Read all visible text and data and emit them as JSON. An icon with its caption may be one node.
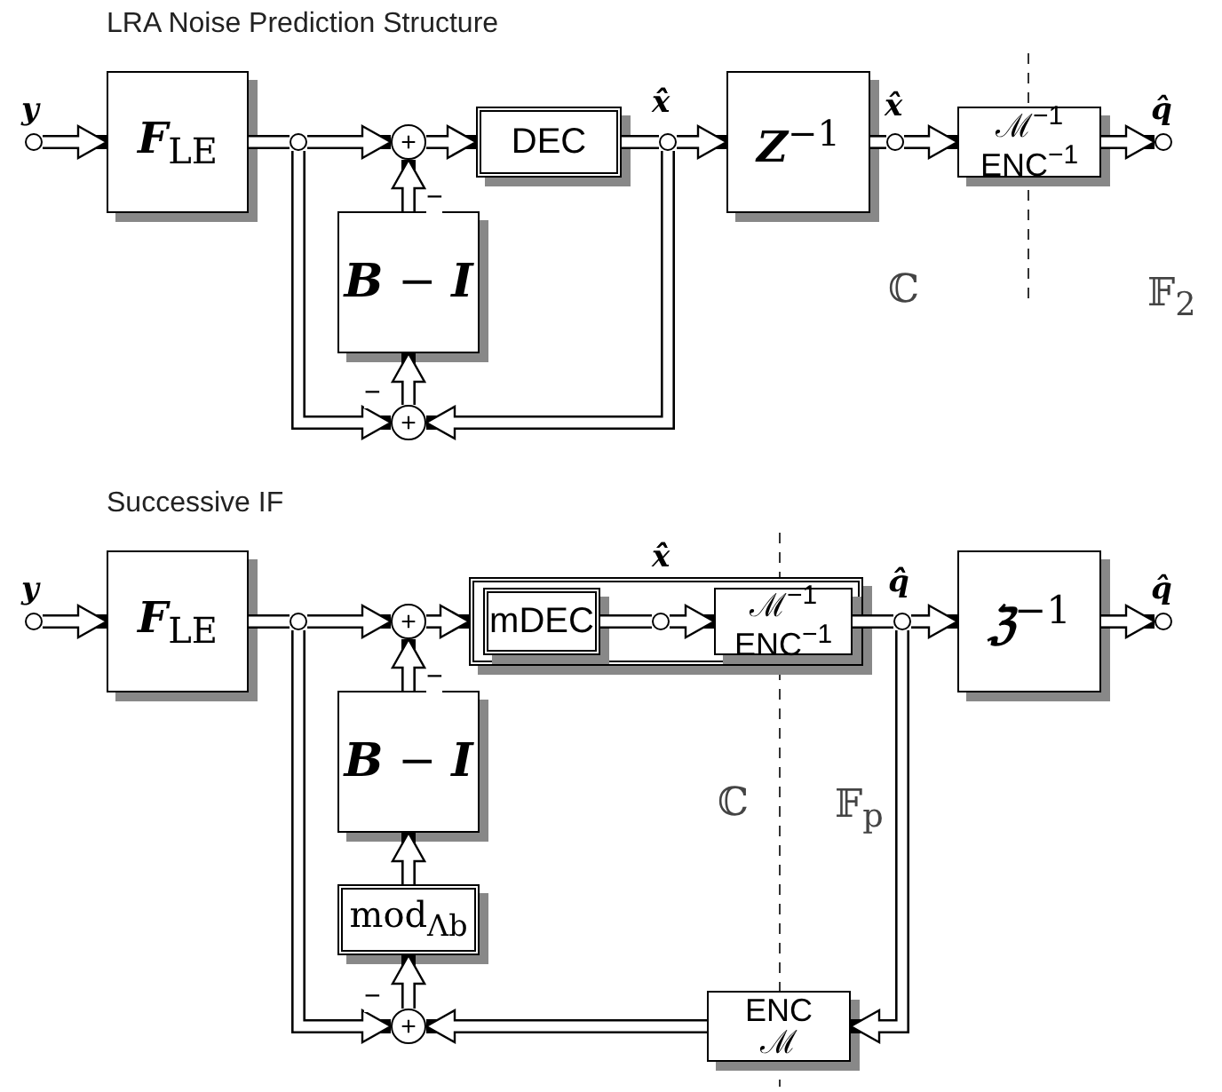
{
  "diagram": {
    "nodes": [
      {
        "text": [],
        "shape": "circle",
        "beside": [
          "y"
        ]
      },
      {
        "text": [
          "**F**$_{LE}$"
        ]
      },
      {
        "text": [],
        "shape": "circle"
      },
      {
        "text": [
          "+"
        ]
      },
      {
        "text": [
          "DEC"
        ]
      },
      {
        "text": [],
        "shape": "circle",
        "beside": [
          "x̂̂"
        ]
      },
      {
        "text": [
          "**Z**$^{−1}$"
        ]
      },
      {
        "text": [],
        "shape": "circle",
        "beside": [
          "x̂"
        ]
      },
      {
        "text": [
          "ℳ$^{−1}$",
          "ENC$^{−1}$"
        ]
      },
      {
        "text": [],
        "shape": "circle",
        "beside": [
          "q̂"
        ]
      },
      {
        "text": [
          "**B** − **I**"
        ]
      },
      {
        "text": [
          "+"
        ]
      },
      {
        "text": [],
        "shape": "circle",
        "beside": [
          "y"
        ]
      },
      {
        "text": [
          "**F**$_{LE}$"
        ]
      },
      {
        "text": [],
        "shape": "circle"
      },
      {
        "text": [
          "+"
        ]
      },
      {
        "text": [],
        "shape": "box"
      },
      {
        "text": [
          "mDEC"
        ],
        "in": 16
      },
      {
        "text": [],
        "shape": "circle",
        "beside": [
          "x̂̂"
        ],
        "in": 16
      },
      {
        "text": [
          "ℳ$^{−1}$",
          "ENC$^{−1}$"
        ],
        "in": 16
      },
      {
        "text": [],
        "shape": "circle",
        "beside": [
          "q̂̂"
        ]
      },
      {
        "text": [
          "**ℨ**$^{−1}$"
        ]
      },
      {
        "text": [],
        "shape": "circle",
        "beside": [
          "q̂"
        ]
      },
      {
        "text": [
          "**B** − **I**"
        ]
      },
      {
        "text": [
          "mod$_{Λb}$"
        ]
      },
      {
        "text": [
          "+"
        ]
      },
      {
        "text": [
          "ENC",
          "ℳ"
        ]
      }
    ],
    "edges": [
      {
        "from": 0,
        "to": 1,
        "arrow": "to"
      },
      {
        "from": 1,
        "to": 2,
        "arrow": "none"
      },
      {
        "from": 2,
        "to": 3,
        "arrow": "to"
      },
      {
        "from": 3,
        "to": 4,
        "arrow": "to"
      },
      {
        "from": 4,
        "to": 5,
        "arrow": "none"
      },
      {
        "from": 5,
        "to": 6,
        "arrow": "to"
      },
      {
        "from": 6,
        "to": 7,
        "arrow": "none"
      },
      {
        "from": 7,
        "to": 8,
        "arrow": "to"
      },
      {
        "from": 8,
        "to": 9,
        "arrow": "to"
      },
      {
        "from": 10,
        "to": 3,
        "arrow": "to",
        "label": "−"
      },
      {
        "from": 2,
        "to": 11,
        "arrow": "to"
      },
      {
        "from": 5,
        "to": 11,
        "arrow": "to"
      },
      {
        "from": 11,
        "to": 10,
        "arrow": "to",
        "label": "−"
      },
      {
        "from": 12,
        "to": 13,
        "arrow": "to"
      },
      {
        "from": 13,
        "to": 14,
        "arrow": "none"
      },
      {
        "from": 14,
        "to": 15,
        "arrow": "to"
      },
      {
        "from": 15,
        "to": 16,
        "arrow": "to"
      },
      {
        "from": 17,
        "to": 18,
        "arrow": "none"
      },
      {
        "from": 18,
        "to": 19,
        "arrow": "to"
      },
      {
        "from": 19,
        "to": 20,
        "arrow": "none"
      },
      {
        "from": 20,
        "to": 21,
        "arrow": "to"
      },
      {
        "from": 21,
        "to": 22,
        "arrow": "to"
      },
      {
        "from": 23,
        "to": 15,
        "arrow": "to",
        "label": "−"
      },
      {
        "from": 24,
        "to": 23,
        "arrow": "to"
      },
      {
        "from": 25,
        "to": 24,
        "arrow": "to",
        "label": "−"
      },
      {
        "from": 14,
        "to": 25,
        "arrow": "to"
      },
      {
        "from": 20,
        "to": 26,
        "arrow": "to"
      },
      {
        "from": 26,
        "to": 25,
        "arrow": "to"
      }
    ],
    "labels": [
      "LRA Noise Prediction Structure",
      "ℂ",
      "𝔽$_{2}$",
      "Successive IF",
      "ℂ",
      "𝔽$_{p}$"
    ]
  }
}
